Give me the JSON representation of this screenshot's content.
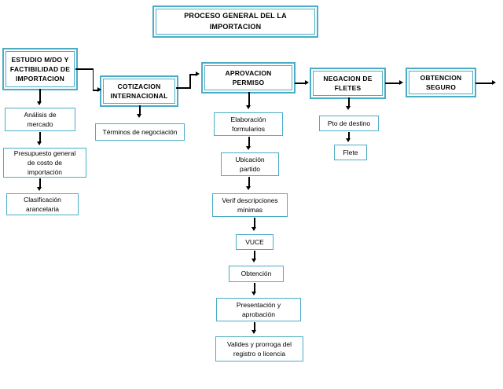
{
  "diagram": {
    "title": "PROCESO GENERAL DEL LA IMPORTACION",
    "accent_color": "#4BACC6",
    "connector_color": "#000000",
    "background_color": "#FFFFFF",
    "stages": [
      {
        "id": "estudio",
        "label": "ESTUDIO M/DO Y\nFACTIBILIDAD DE\nIMPORTACION"
      },
      {
        "id": "cotizacion",
        "label": "COTIZACION\nINTERNACIONAL"
      },
      {
        "id": "aprovacion",
        "label": "APROVACION\nPERMISO"
      },
      {
        "id": "negacion",
        "label": "NEGACION DE\nFLETES"
      },
      {
        "id": "obtencion",
        "label": "OBTENCION\nSEGURO"
      }
    ],
    "columns": {
      "estudio": [
        {
          "id": "analisis",
          "label": "Análisis de\nmercado"
        },
        {
          "id": "presupuesto",
          "label": "Presupuesto general\nde costo de\nimportación"
        },
        {
          "id": "clasificacion",
          "label": "Clasificación\narancelaria"
        }
      ],
      "cotizacion": [
        {
          "id": "terminos",
          "label": "Términos de negociación"
        }
      ],
      "aprovacion": [
        {
          "id": "elaboracion",
          "label": "Elaboración\nformularios"
        },
        {
          "id": "ubicacion",
          "label": "Ubicación\npartido"
        },
        {
          "id": "verif",
          "label": "Verif descripciones\nmínimas"
        },
        {
          "id": "vuce",
          "label": "VUCE"
        },
        {
          "id": "obtencion_doc",
          "label": "Obtención"
        },
        {
          "id": "presentacion",
          "label": "Presentación y\naprobación"
        },
        {
          "id": "valides",
          "label": "Valides y prorroga del\nregistro o licencia"
        }
      ],
      "negacion": [
        {
          "id": "pto_destino",
          "label": "Pto de destino"
        },
        {
          "id": "flete",
          "label": "Flete"
        }
      ]
    }
  }
}
